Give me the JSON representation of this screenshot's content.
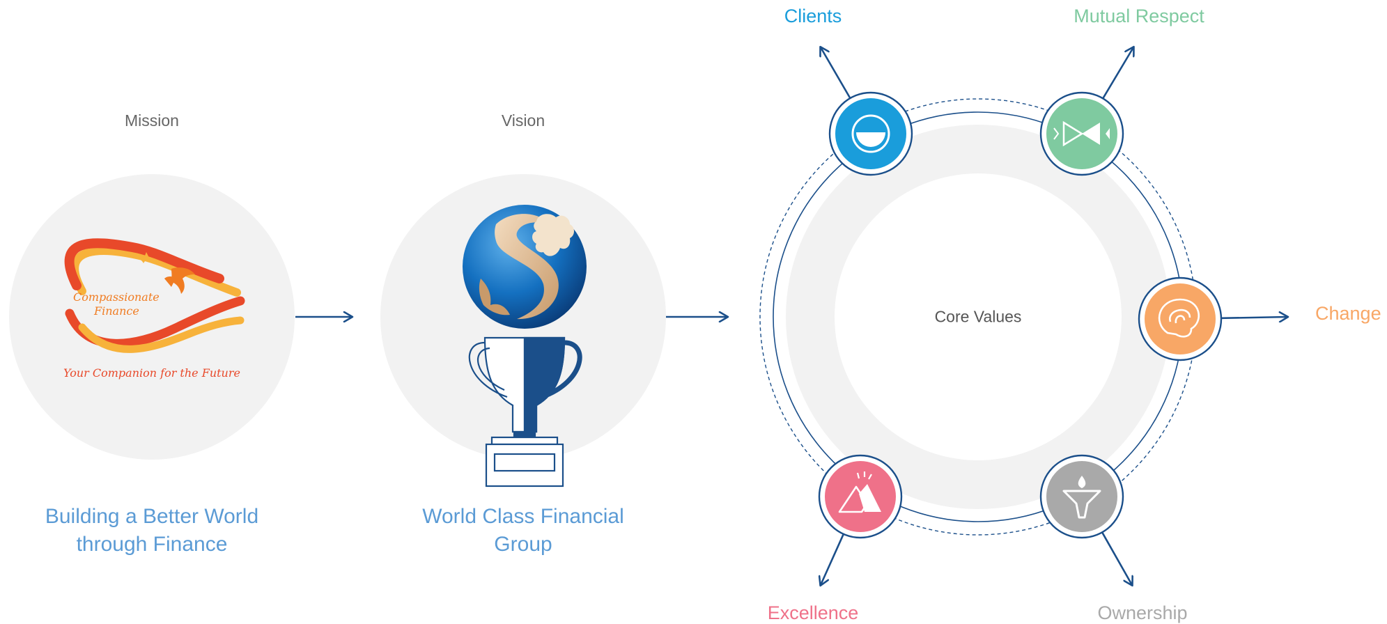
{
  "mission": {
    "label": "Mission",
    "logo_title_line1": "Compassionate",
    "logo_title_line2": "Finance",
    "logo_tagline": "Your Companion for the Future",
    "statement_line1": "Building a Better World",
    "statement_line2": "through Finance"
  },
  "vision": {
    "label": "Vision",
    "statement_line1": "World Class Financial",
    "statement_line2": "Group"
  },
  "core_values": {
    "center_label": "Core Values",
    "values": [
      {
        "label": "Clients",
        "color": "#1a9ddb",
        "icon": "smile-icon"
      },
      {
        "label": "Mutual Respect",
        "color": "#7fcaa0",
        "icon": "bowtie-icon"
      },
      {
        "label": "Change",
        "color": "#f8a766",
        "icon": "brain-icon"
      },
      {
        "label": "Ownership",
        "color": "#a9a9a9",
        "icon": "person-icon"
      },
      {
        "label": "Excellence",
        "color": "#ef7189",
        "icon": "mountain-icon"
      }
    ]
  },
  "colors": {
    "navy": "#1b4f8a",
    "statement_blue": "#5b9bd5",
    "disc_gray": "#f2f2f2",
    "logo_orange": "#f07c22",
    "logo_red": "#e8492a",
    "logo_yellow": "#f7b23b"
  }
}
